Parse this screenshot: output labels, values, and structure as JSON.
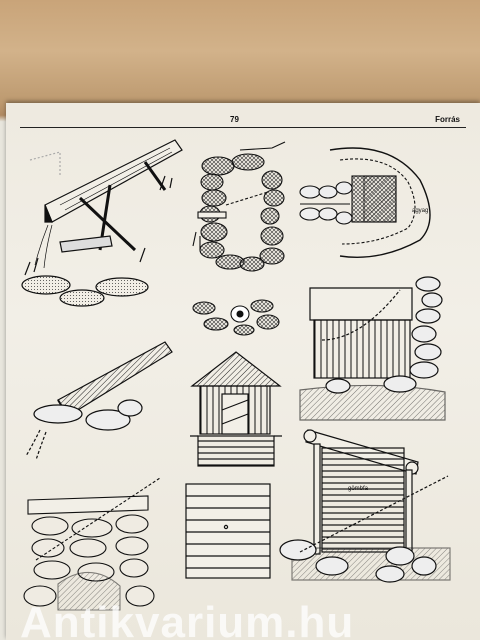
{
  "page": {
    "number": "79",
    "running_head": "Forrás"
  },
  "labels": {
    "agyag": "agyag",
    "gombfa": "gömbfa"
  },
  "watermark": {
    "text": "Antikvarium.hu"
  },
  "colors": {
    "paper": "#efebe2",
    "ink": "#111111",
    "background": "#c8a67e"
  }
}
